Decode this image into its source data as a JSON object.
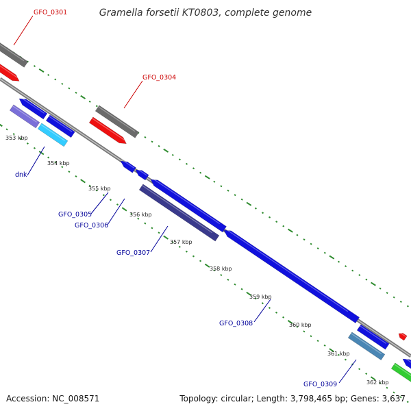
{
  "map": {
    "title": "Gramella forsetii KT0803, complete genome",
    "footer": {
      "accession": "Accession: NC_008571",
      "summary": "Topology: circular; Length: 3,798,465 bp; Genes: 3,637"
    },
    "colors": {
      "backbone": "#8a8a8a",
      "tick_dots": "#2e8b2e",
      "forward_label": "#cc0000",
      "reverse_label": "#000099",
      "gray_feature": "#6b6b6b",
      "red_feature": "#ee1111",
      "blue_feature": "#1111dd",
      "light_blue_feature": "#33ccff",
      "lavender_feature": "#7a6fd8",
      "navy_feature": "#3a3a8c",
      "steel_feature": "#4a86b4",
      "green_feature": "#33cc33"
    },
    "ticks": [
      {
        "label": "353 kbp"
      },
      {
        "label": "354 kbp"
      },
      {
        "label": "355 kbp"
      },
      {
        "label": "356 kbp"
      },
      {
        "label": "357 kbp"
      },
      {
        "label": "358 kbp"
      },
      {
        "label": "359 kbp"
      },
      {
        "label": "360 kbp"
      },
      {
        "label": "361 kbp"
      },
      {
        "label": "362 kbp"
      }
    ],
    "labels": [
      {
        "text": "GFO_0301",
        "strand": "forward"
      },
      {
        "text": "GFO_0304",
        "strand": "forward"
      },
      {
        "text": "dnk",
        "strand": "reverse"
      },
      {
        "text": "GFO_0305",
        "strand": "reverse"
      },
      {
        "text": "GFO_0306",
        "strand": "reverse"
      },
      {
        "text": "GFO_0307",
        "strand": "reverse"
      },
      {
        "text": "GFO_0308",
        "strand": "reverse"
      },
      {
        "text": "GFO_0309",
        "strand": "reverse"
      }
    ]
  }
}
